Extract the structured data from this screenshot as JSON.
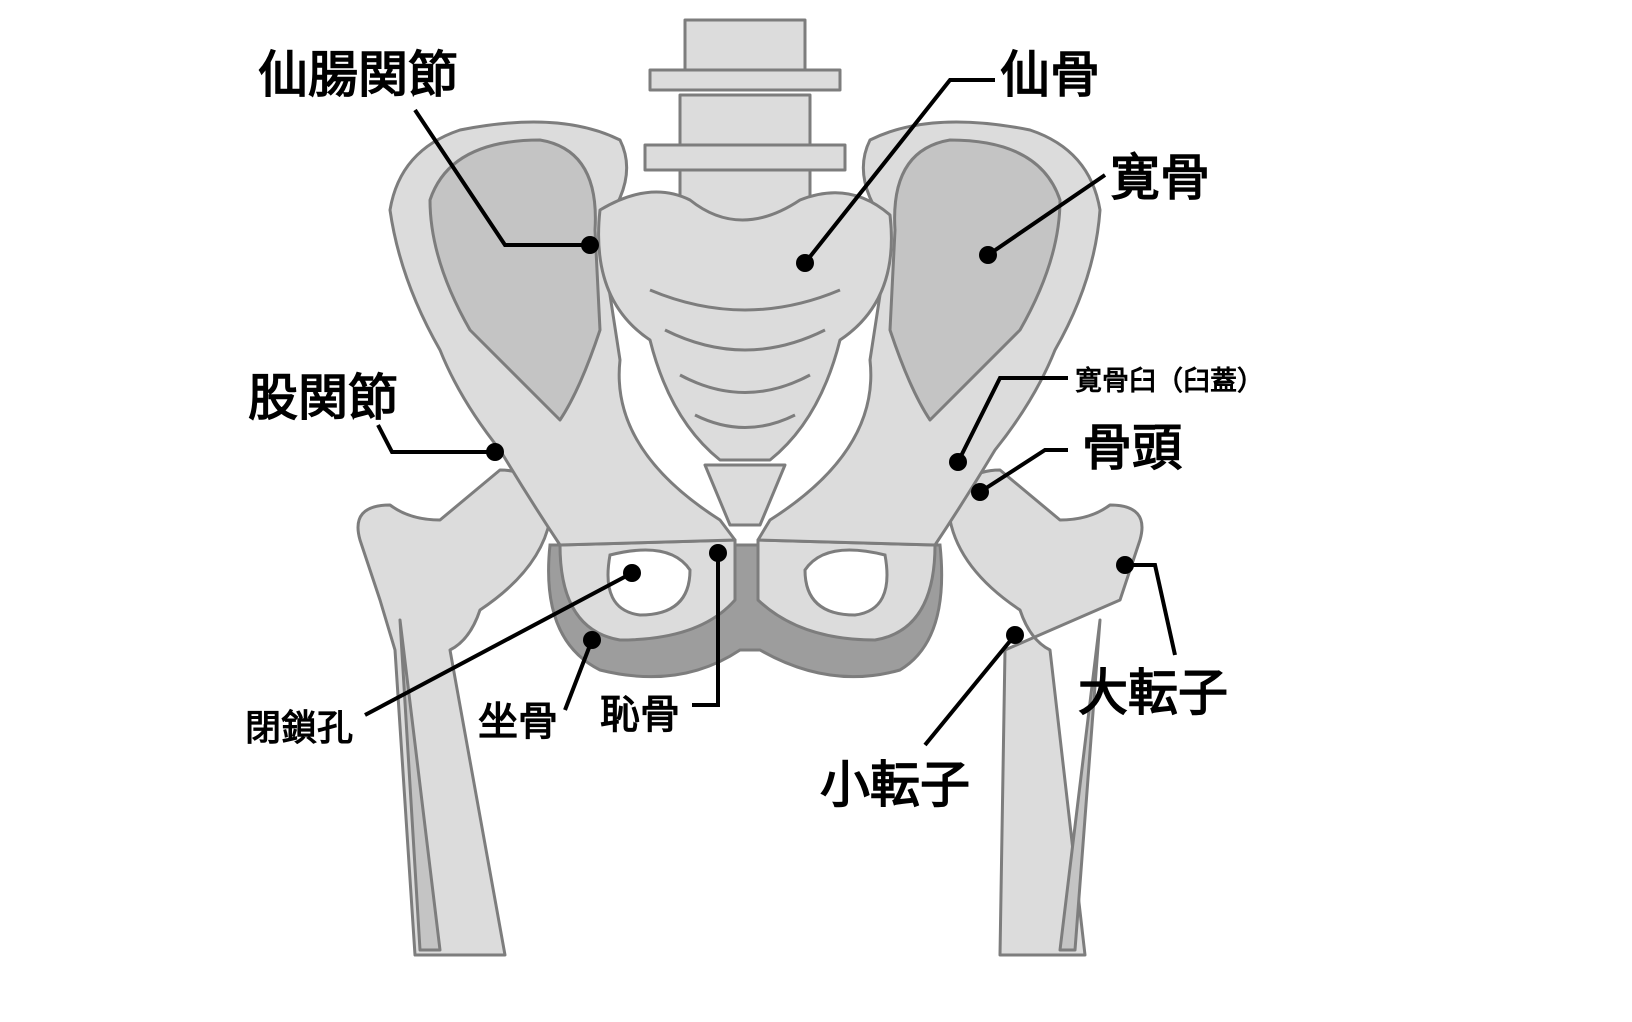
{
  "title": "骨盤・股関節の解剖図",
  "labels": {
    "sacroiliac_joint": "仙腸関節",
    "sacrum": "仙骨",
    "hip_bone": "寛骨",
    "hip_joint": "股関節",
    "acetabulum": "寛骨臼（臼蓋）",
    "femoral_head": "骨頭",
    "greater_trochanter": "大転子",
    "lesser_trochanter": "小転子",
    "obturator_foramen": "閉鎖孔",
    "ischium": "坐骨",
    "pubis": "恥骨"
  },
  "colors": {
    "bone_light": "#dcdcdc",
    "bone_mid": "#c4c4c4",
    "bone_dark": "#9d9d9d",
    "outline": "#7d7d7d",
    "leader": "#000000"
  }
}
